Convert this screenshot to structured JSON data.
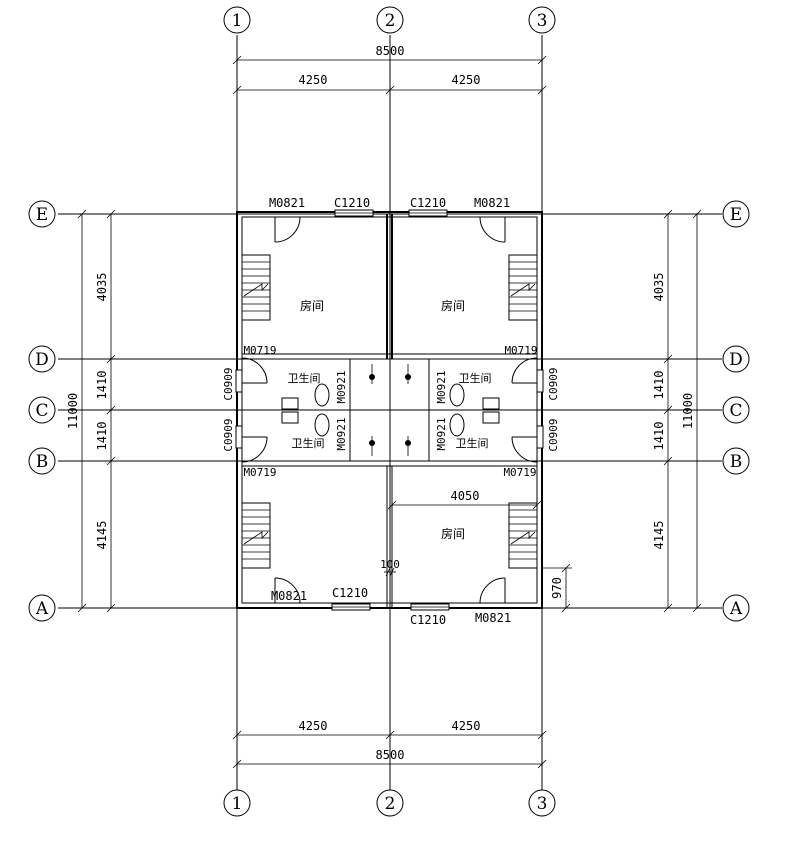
{
  "axes": {
    "columns": [
      "1",
      "2",
      "3"
    ],
    "rows": [
      "A",
      "B",
      "C",
      "D",
      "E"
    ]
  },
  "dims": {
    "total_width": "8500",
    "half_width": "4250",
    "total_height": "11000",
    "rows": [
      "4145",
      "1410",
      "1410",
      "4035"
    ],
    "room_width": "4050",
    "gap": "100",
    "door_offset": "970"
  },
  "labels": {
    "room": "房间",
    "toilet": "卫生间",
    "door_main": "M0821",
    "door_toilet_entry": "M0719",
    "door_wc": "M0921",
    "window_main": "C1210",
    "window_toilet": "C0909"
  }
}
